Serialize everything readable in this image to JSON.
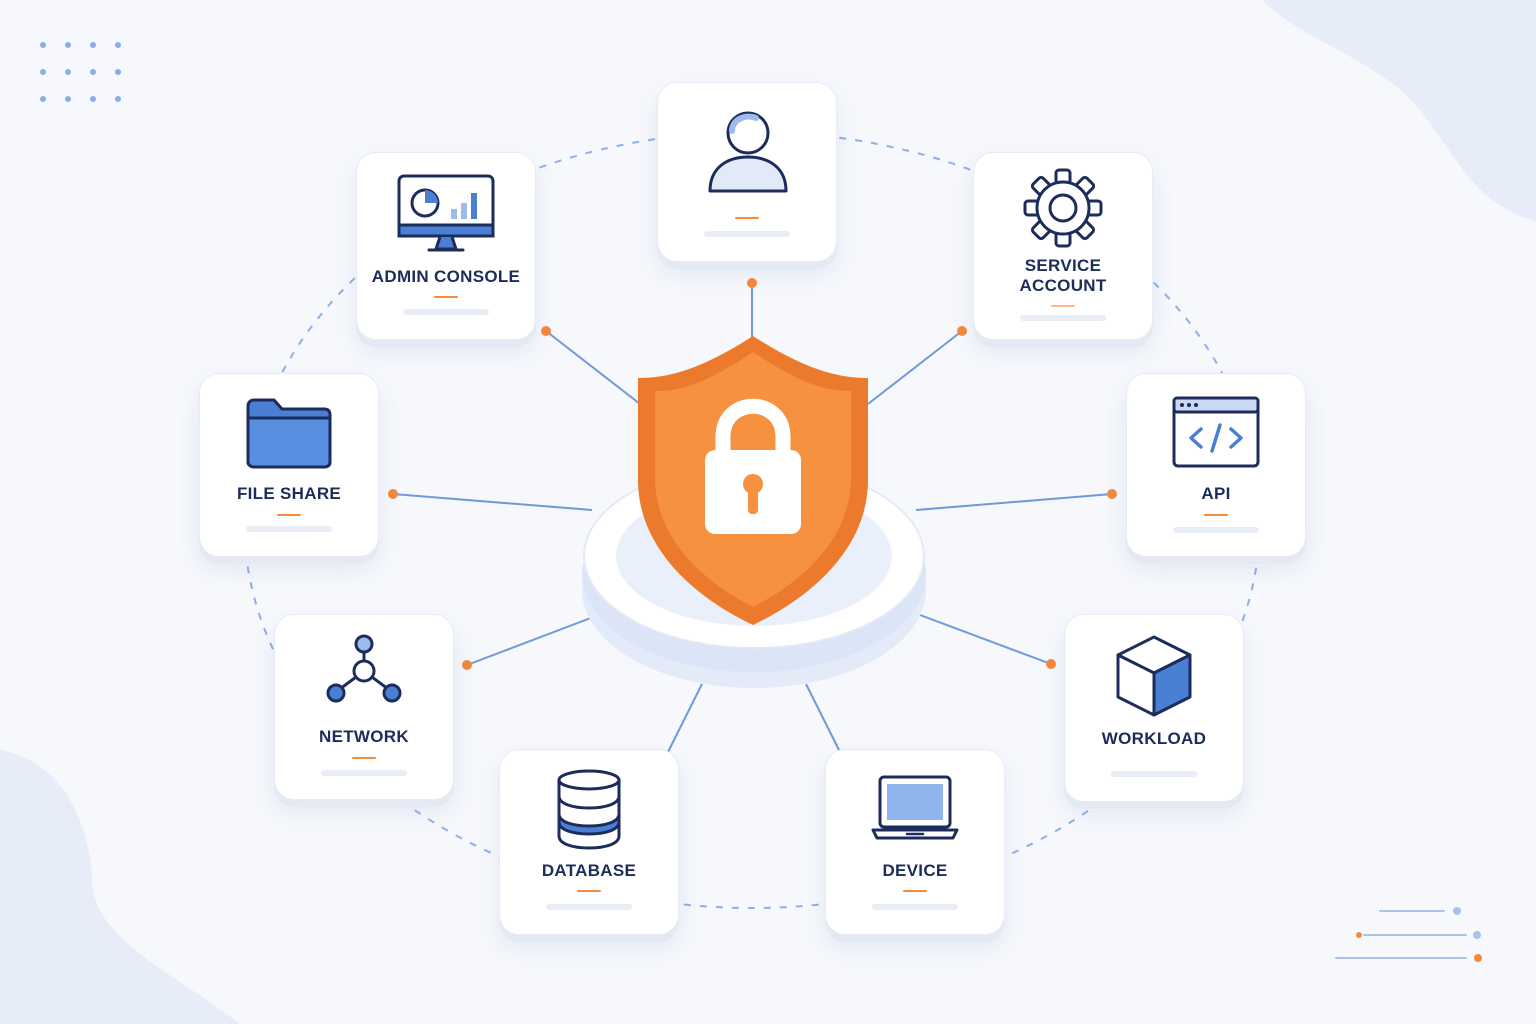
{
  "colors": {
    "background": "#f6f8fc",
    "blue": "#4a7fd4",
    "blue_light": "#9dbbec",
    "navy": "#1c2c5b",
    "orange": "#f5893c",
    "orange_dark": "#ec7a2c",
    "card_border": "#e6ebf5",
    "line": "#6f99d9"
  },
  "center": {
    "icon": "shield-lock-icon"
  },
  "nodes": [
    {
      "id": "user",
      "label": "",
      "icon": "user-icon"
    },
    {
      "id": "admin-console",
      "label": "ADMIN CONSOLE",
      "icon": "monitor-chart-icon"
    },
    {
      "id": "service-account",
      "label": "SERVICE\nACCOUNT",
      "icon": "gear-icon"
    },
    {
      "id": "file-share",
      "label": "FILE SHARE",
      "icon": "folder-icon"
    },
    {
      "id": "api",
      "label": "API",
      "icon": "code-window-icon"
    },
    {
      "id": "network",
      "label": "NETWORK",
      "icon": "network-nodes-icon"
    },
    {
      "id": "workload",
      "label": "WORKLOAD",
      "icon": "cube-icon"
    },
    {
      "id": "database",
      "label": "DATABASE",
      "icon": "database-icon"
    },
    {
      "id": "device",
      "label": "DEVICE",
      "icon": "laptop-icon"
    }
  ]
}
